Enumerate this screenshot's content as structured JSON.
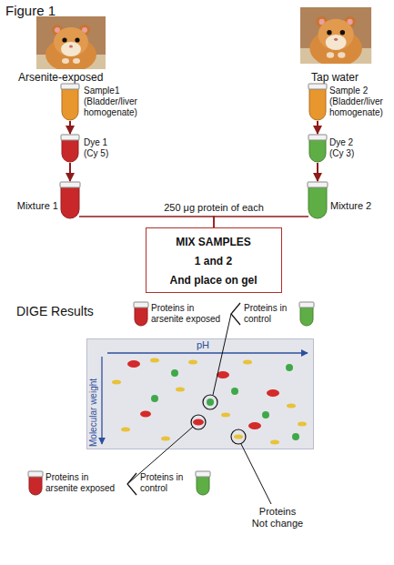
{
  "diagram": {
    "title": "Figure 1",
    "nodes": [
      {
        "text": [
          "Arsenite-exposed"
        ]
      },
      {
        "text": [
          "Tap water"
        ]
      },
      {
        "text": [
          "Sample1 (Bladder/liver homogenate)"
        ]
      },
      {
        "text": [
          "Sample 2 (Bladder/liver homogenate)"
        ]
      },
      {
        "text": [
          "Dye 1 (Cy 5)"
        ]
      },
      {
        "text": [
          "Dye 2 (Cy 3)"
        ]
      },
      {
        "text": [
          "Mixture 1"
        ]
      },
      {
        "text": [
          "Mixture 2"
        ]
      },
      {
        "text": [
          "MIX SAMPLES",
          "1 and 2",
          "And place on gel"
        ]
      },
      {
        "text": [
          "Proteins in arsenite exposed"
        ]
      },
      {
        "text": [
          "Proteins in control"
        ]
      },
      {
        "text": [
          "pH",
          "Molecular weight"
        ]
      },
      {
        "text": [
          "Proteins in arsenite exposed"
        ]
      },
      {
        "text": [
          "Proteins in control"
        ]
      }
    ],
    "edges": [
      {
        "from": 2,
        "to": 4,
        "arrow": "to"
      },
      {
        "from": 4,
        "to": 6,
        "arrow": "to"
      },
      {
        "from": 3,
        "to": 5,
        "arrow": "to"
      },
      {
        "from": 5,
        "to": 7,
        "arrow": "to"
      },
      {
        "from": 6,
        "to": 8,
        "label": "250 μg protein of each",
        "arrow": "none"
      },
      {
        "from": 7,
        "to": 8,
        "arrow": "none"
      }
    ],
    "labels": [
      "DIGE Results",
      "Proteins Not change"
    ]
  }
}
